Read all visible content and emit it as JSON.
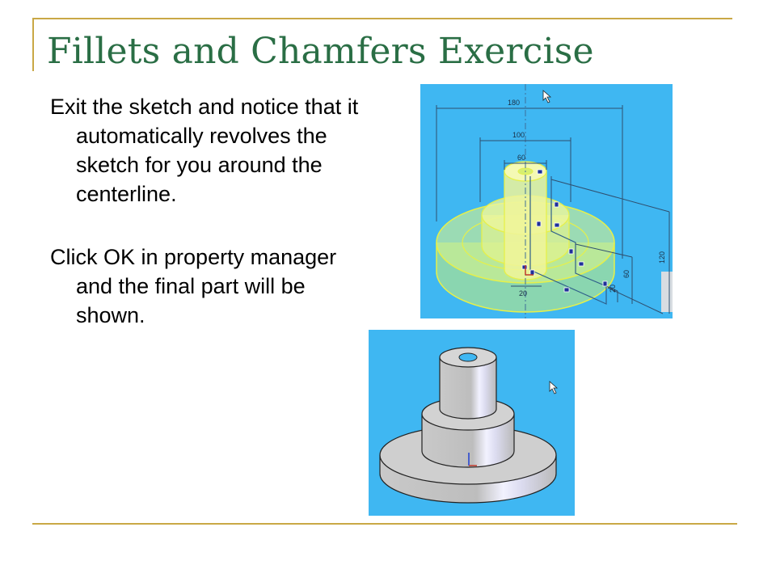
{
  "slide": {
    "title": "Fillets and Chamfers Exercise",
    "paragraphs": [
      "Exit the sketch and notice that it automatically revolves the sketch for you around the centerline.",
      "Click OK in property manager and the final part will be shown."
    ]
  },
  "sketch_figure": {
    "dimensions": [
      "180",
      "100",
      "60",
      "120",
      "60",
      "20",
      "20"
    ],
    "background": "#3fb7f2",
    "icons": [
      "cursor-icon",
      "origin-icon"
    ]
  },
  "part_figure": {
    "background": "#3fb7f2",
    "icons": [
      "cursor-icon",
      "origin-icon"
    ]
  },
  "colors": {
    "title": "#2a6e45",
    "rule": "#c9a846",
    "viewport": "#3fb7f2"
  }
}
